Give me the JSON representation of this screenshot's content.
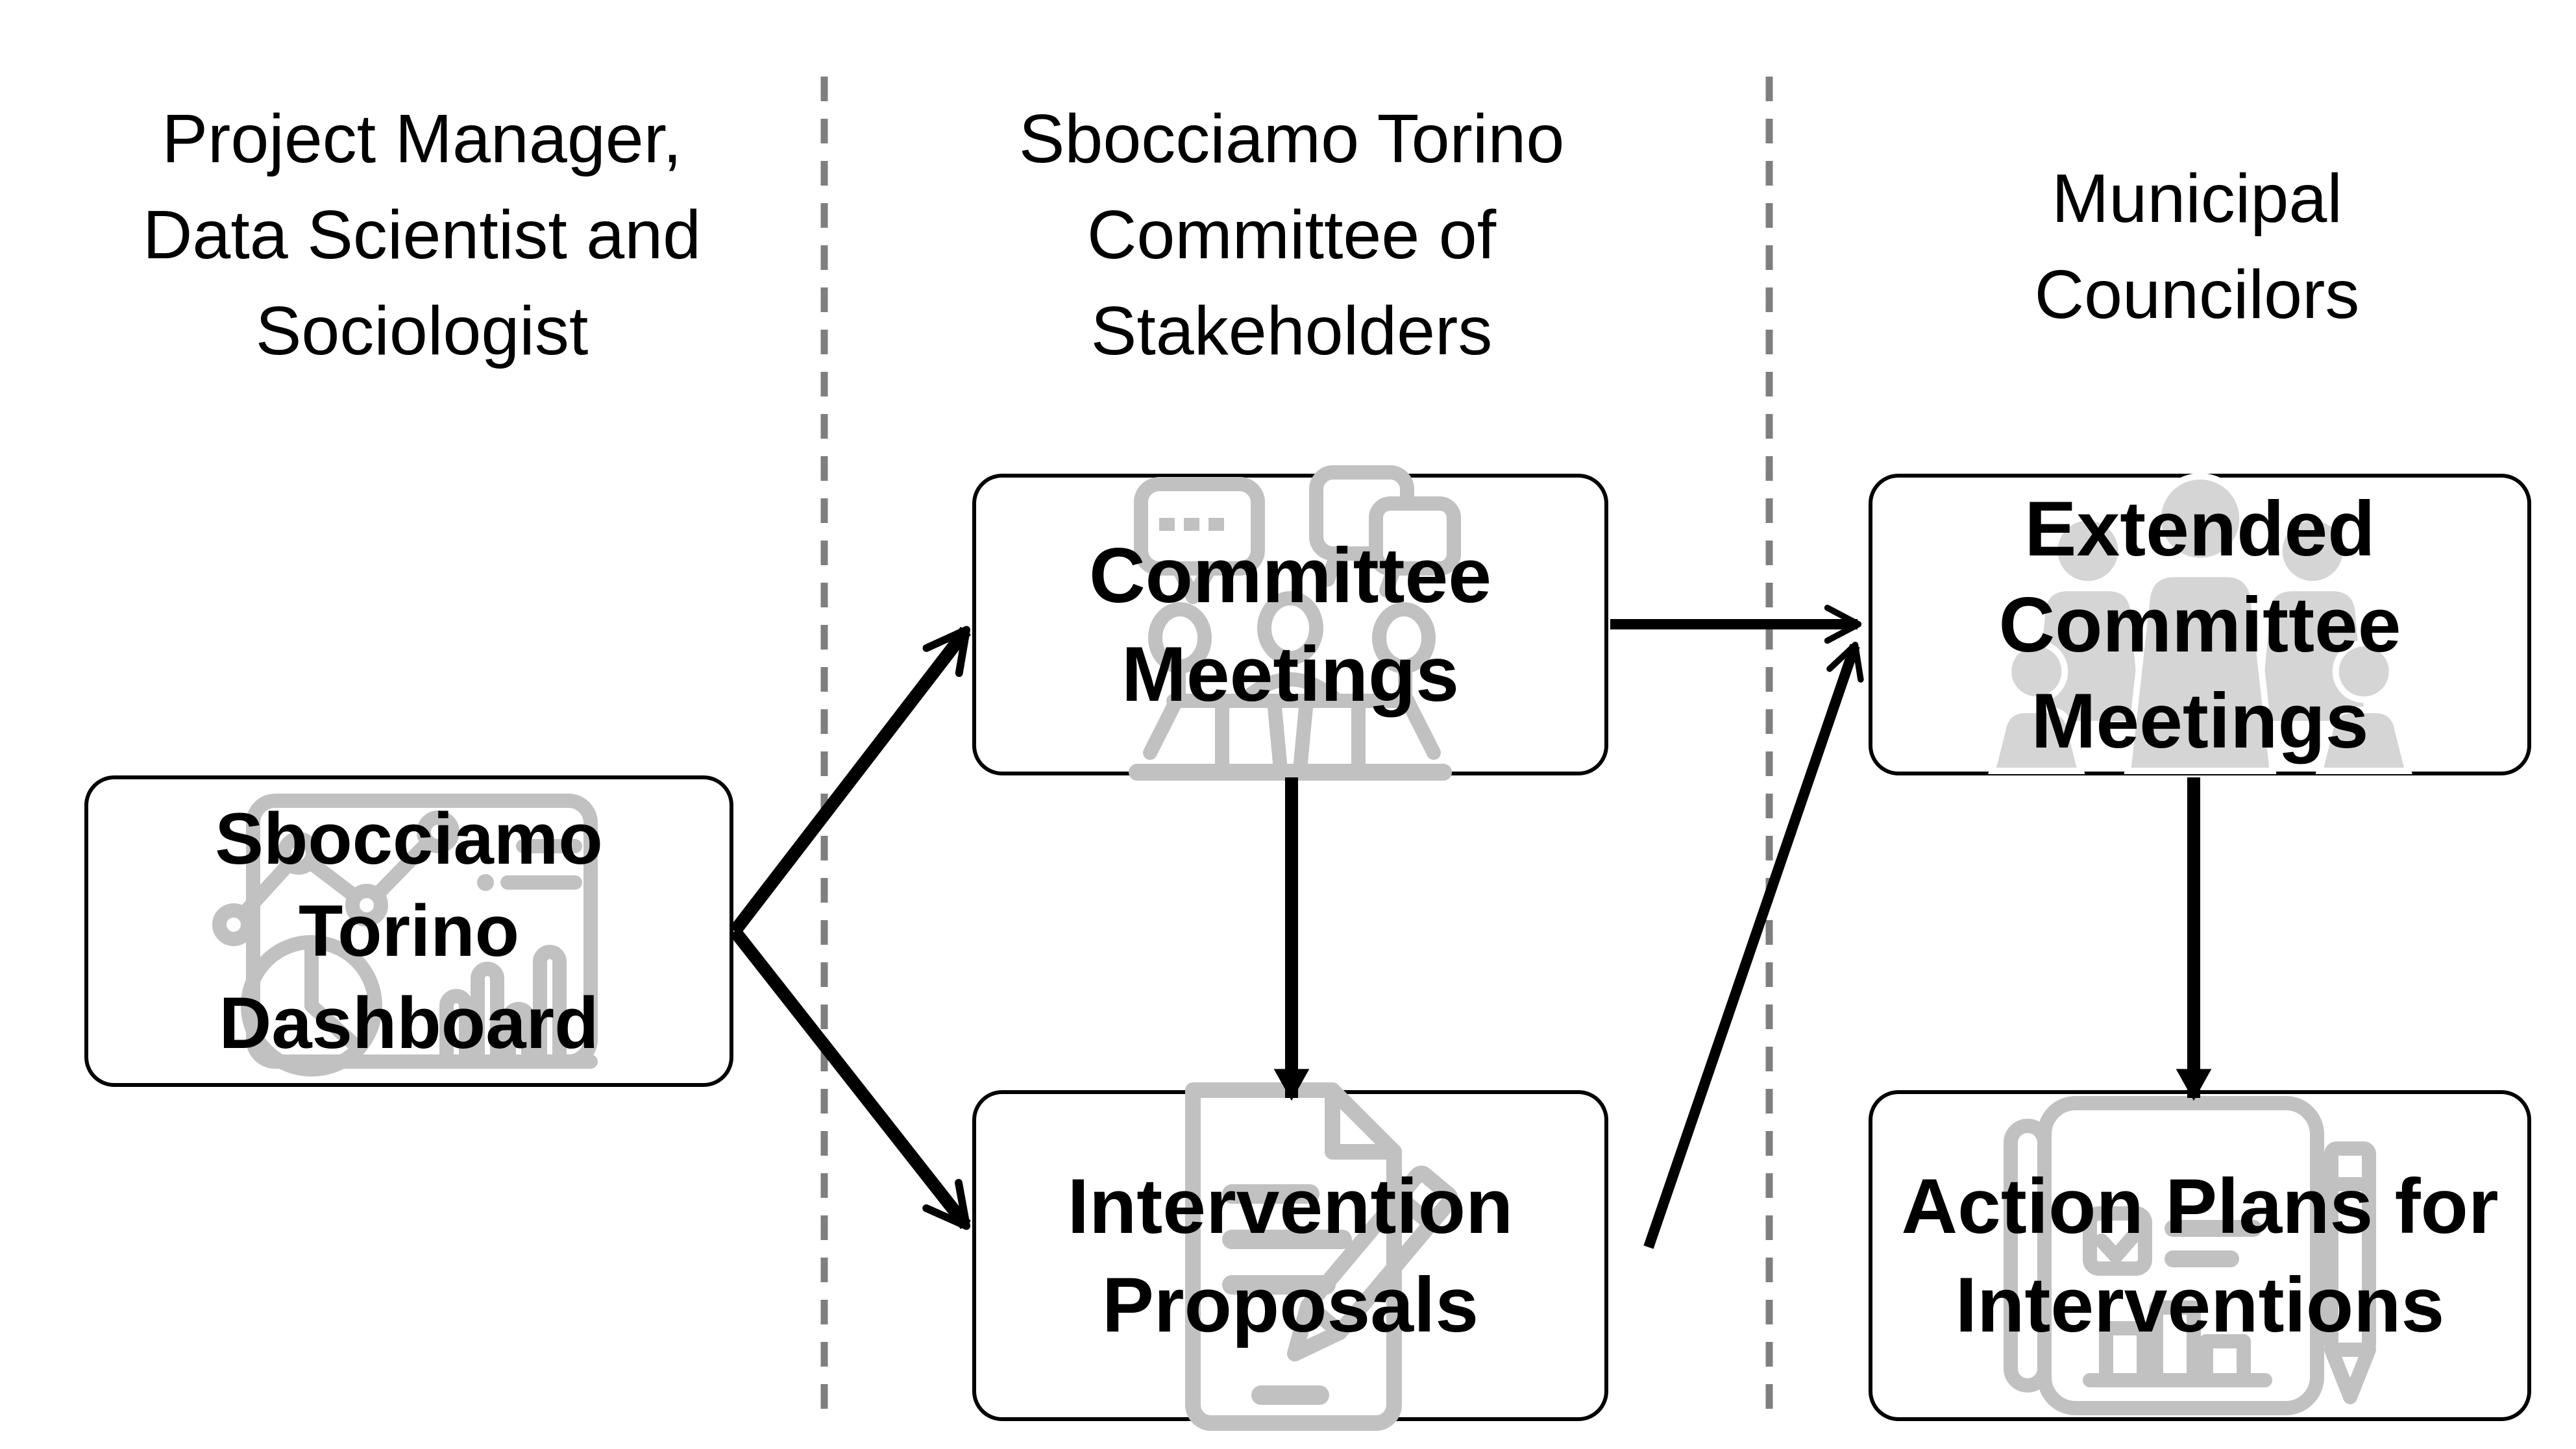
{
  "title": "Sbocciamo Torino stakeholder process flow diagram",
  "colors": {
    "background": "#ffffff",
    "text": "#000000",
    "box_border": "#000000",
    "box_fill": "#ffffff",
    "arrow": "#000000",
    "divider_gray": "#7f7f7f",
    "icon_line_gray": "#c1c1c1",
    "silhouette_gray": "#d5d5d5"
  },
  "columns": [
    {
      "header": "Project Manager,\nData Scientist and\nSociologist"
    },
    {
      "header": "Sbocciamo Torino\nCommittee of\nStakeholders"
    },
    {
      "header": "Municipal\nCouncilors"
    }
  ],
  "nodes": [
    {
      "id": "sbocciamo-torino-dashboard",
      "label": "Sbocciamo\nTorino\nDashboard",
      "icon": "dashboard-chart-icon"
    },
    {
      "id": "committee-meetings",
      "label": "Committee\nMeetings",
      "icon": "meeting-table-icon"
    },
    {
      "id": "intervention-proposals",
      "label": "Intervention\nProposals",
      "icon": "document-pencil-icon"
    },
    {
      "id": "extended-committee-meetings",
      "label": "Extended\nCommittee\nMeetings",
      "icon": "people-group-icon"
    },
    {
      "id": "action-plans-for-interventions",
      "label": "Action Plans for\nInterventions",
      "icon": "checklist-pencil-icon"
    }
  ],
  "connections": [
    {
      "from": "sbocciamo-torino-dashboard",
      "to": "committee-meetings",
      "head": "open-arrow"
    },
    {
      "from": "sbocciamo-torino-dashboard",
      "to": "intervention-proposals",
      "head": "open-arrow"
    },
    {
      "from": "committee-meetings",
      "to": "intervention-proposals",
      "head": "solid-arrow"
    },
    {
      "from": "committee-meetings",
      "to": "extended-committee-meetings",
      "head": "open-arrow"
    },
    {
      "from": "intervention-proposals",
      "to": "extended-committee-meetings",
      "head": "open-arrow"
    },
    {
      "from": "extended-committee-meetings",
      "to": "action-plans-for-interventions",
      "head": "solid-arrow"
    }
  ]
}
